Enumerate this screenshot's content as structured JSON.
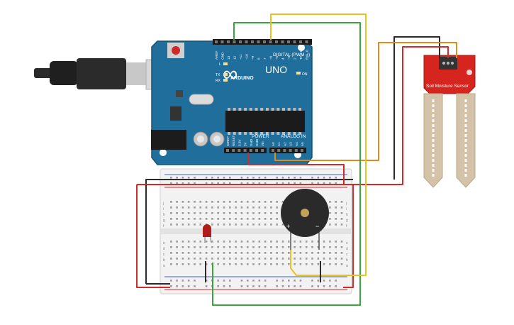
{
  "board": {
    "logo": "∞",
    "brand": "ARDUINO",
    "model": "UNO",
    "section_digital": "DIGITAL (PWM ~)",
    "section_power": "POWER",
    "section_analog": "ANALOG IN",
    "label_l": "L",
    "label_tx": "TX",
    "label_rx": "RX",
    "label_on": "ON",
    "digital_pins": [
      "AREF",
      "GND",
      "13",
      "12",
      "~11",
      "~10",
      "~9",
      "8",
      "7",
      "~6",
      "~5",
      "4",
      "~3",
      "2",
      "TX→1",
      "RX←0"
    ],
    "power_pins": [
      "IOREF",
      "RESET",
      "3.3V",
      "5V",
      "GND",
      "GND",
      "Vin"
    ],
    "analog_pins": [
      "A0",
      "A1",
      "A2",
      "A3",
      "A4",
      "A5"
    ]
  },
  "sensor": {
    "title": "Soil Moisture Sensor"
  },
  "buzzer": {
    "plus": "+",
    "minus": "−"
  },
  "breadboard": {
    "row_letters_top": [
      "j",
      "i",
      "h",
      "g",
      "f"
    ],
    "row_letters_bottom": [
      "e",
      "d",
      "c",
      "b",
      "a"
    ]
  },
  "wire_colors": {
    "red": "#d32b2b",
    "black": "#2a2a2a",
    "green": "#39a63c",
    "yellow": "#e9c21b",
    "orange": "#e08a1e"
  }
}
